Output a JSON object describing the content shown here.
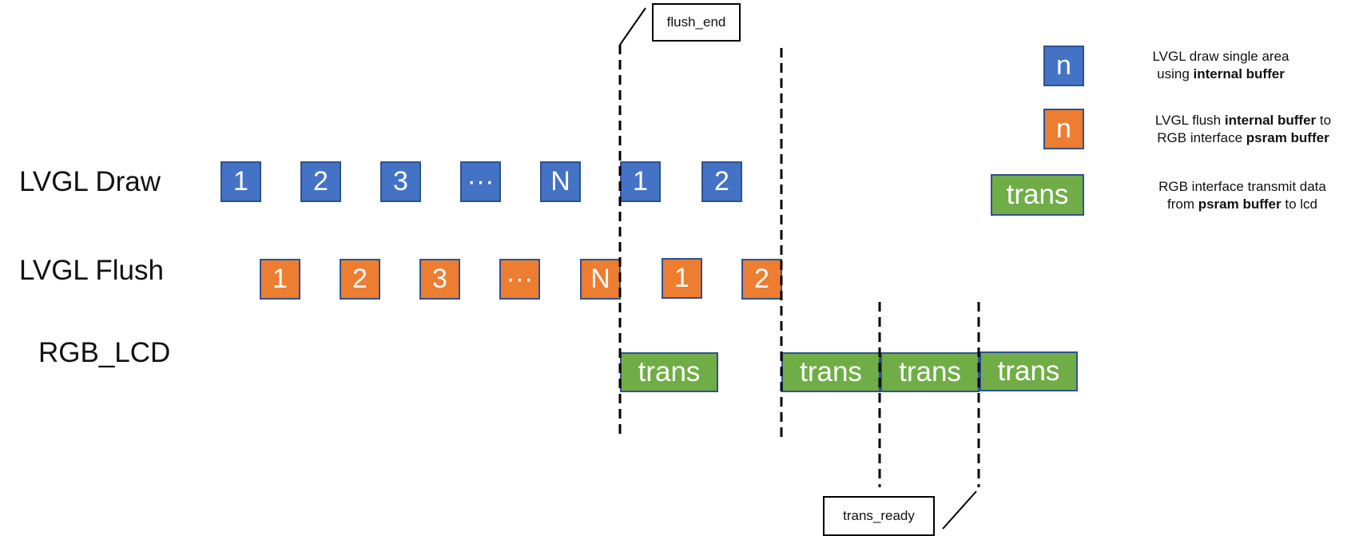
{
  "rows": {
    "draw_label": "LVGL Draw",
    "flush_label": "LVGL Flush",
    "lcd_label": "RGB_LCD"
  },
  "draw_boxes": [
    "1",
    "2",
    "3",
    "···",
    "N",
    "1",
    "2"
  ],
  "flush_boxes": [
    "1",
    "2",
    "3",
    "···",
    "N",
    "1",
    "2"
  ],
  "trans_boxes": [
    "trans",
    "trans",
    "trans",
    "trans"
  ],
  "callouts": {
    "flush_end": "flush_end",
    "trans_ready": "trans_ready"
  },
  "legend": {
    "draw_symbol": "n",
    "draw_line1": "LVGL draw single area",
    "draw_line2_pre": "using ",
    "draw_line2_bold": "internal buffer",
    "flush_symbol": "n",
    "flush_line1_pre": "LVGL flush ",
    "flush_line1_bold": "internal buffer",
    "flush_line1_post": " to",
    "flush_line2_pre": "RGB interface ",
    "flush_line2_bold": "psram buffer",
    "trans_symbol": "trans",
    "trans_line1": "RGB interface transmit data",
    "trans_line2_pre": "from ",
    "trans_line2_bold": "psram buffer",
    "trans_line2_post": " to lcd"
  },
  "colors": {
    "draw": "#4472c4",
    "flush": "#ed7d31",
    "trans": "#70ad47",
    "box_border": "#2f528f"
  }
}
